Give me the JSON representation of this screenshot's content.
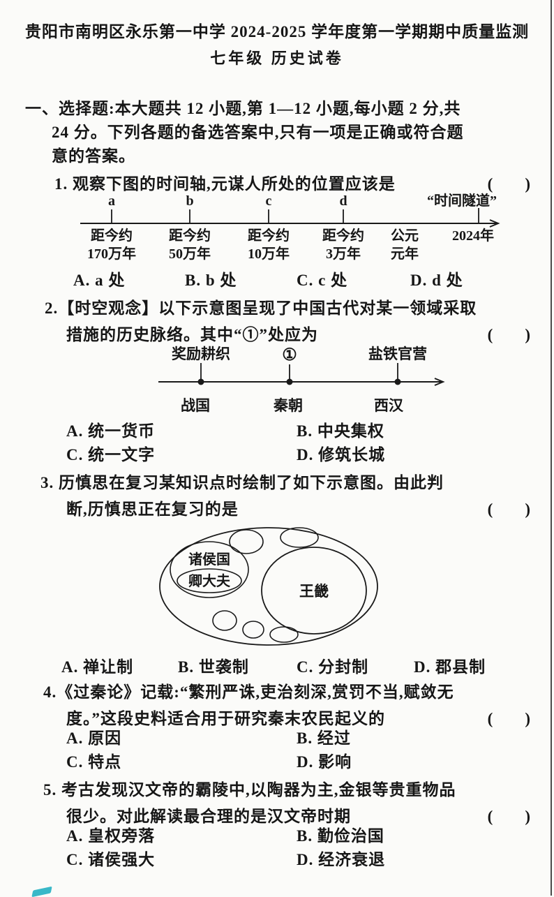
{
  "header": {
    "title": "贵阳市南明区永乐第一中学 2024-2025 学年度第一学期期中质量监测",
    "subtitle": "七年级 历史试卷"
  },
  "section": {
    "lines": [
      "一、选择题:本大题共 12 小题,第 1—12 小题,每小题 2 分,共",
      "24 分。下列各题的备选答案中,只有一项是正确或符合题",
      "意的答案。"
    ]
  },
  "q1": {
    "lines": [
      "1. 观察下图的时间轴,元谋人所处的位置应该是"
    ],
    "bracket": "(　　)",
    "timeline": {
      "tunnel": "“时间隧道”",
      "marks": [
        {
          "letter": "a",
          "label1": "距今约",
          "label2": "170万年"
        },
        {
          "letter": "b",
          "label1": "距今约",
          "label2": "50万年"
        },
        {
          "letter": "c",
          "label1": "距今约",
          "label2": "10万年"
        },
        {
          "letter": "d",
          "label1": "距今约",
          "label2": "3万年"
        }
      ],
      "era1": "公元",
      "era2": "元年",
      "year": "2024年"
    },
    "options": [
      "A. a 处",
      "B. b 处",
      "C. c 处",
      "D. d 处"
    ]
  },
  "q2": {
    "lines": [
      "2.【时空观念】以下示意图呈现了中国古代对某一领域采取",
      "措施的历史脉络。其中“①”处应为"
    ],
    "bracket": "(　　)",
    "diagram": {
      "top_labels": [
        "奖励耕织",
        "①",
        "盐铁官营"
      ],
      "bottom_labels": [
        "战国",
        "秦朝",
        "西汉"
      ]
    },
    "options": [
      "A. 统一货币",
      "B. 中央集权",
      "C. 统一文字",
      "D. 修筑长城"
    ]
  },
  "q3": {
    "lines": [
      "3. 历慎思在复习某知识点时绘制了如下示意图。由此判",
      "断,历慎思正在复习的是"
    ],
    "bracket": "(　　)",
    "diagram": {
      "zhuhouguo": "诸侯国",
      "qingdafu": "卿大夫",
      "wangji": "王畿"
    },
    "options": [
      "A. 禅让制",
      "B. 世袭制",
      "C. 分封制",
      "D. 郡县制"
    ]
  },
  "q4": {
    "lines": [
      "4.《过秦论》记载:“繁刑严诛,吏治刻深,赏罚不当,赋敛无",
      "度。”这段史料适合用于研究秦末农民起义的"
    ],
    "bracket": "(　　)",
    "options": [
      "A. 原因",
      "B. 经过",
      "C. 特点",
      "D. 影响"
    ]
  },
  "q5": {
    "lines": [
      "5. 考古发现汉文帝的霸陵中,以陶器为主,金银等贵重物品",
      "很少。对此解读最合理的是汉文帝时期"
    ],
    "bracket": "(　　)",
    "options": [
      "A. 皇权旁落",
      "B. 勤俭治国",
      "C. 诸侯强大",
      "D. 经济衰退"
    ]
  }
}
